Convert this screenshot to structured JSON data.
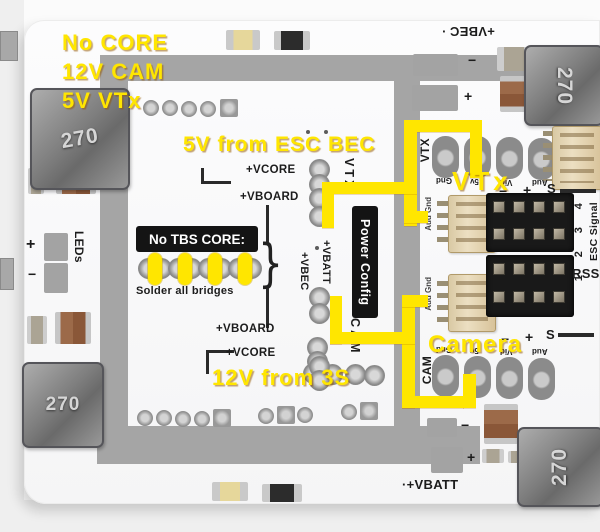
{
  "annotations": {
    "accent_color": "#ffe600",
    "note_line1": "No CORE",
    "note_line2": "12V CAM",
    "note_line3": "5V VTx",
    "esc_bec": "5V from ESC BEC",
    "vtx": "VTx",
    "camera": "Camera",
    "from_3s": "12V from 3S"
  },
  "silkscreen": {
    "no_tbs_core": "No TBS CORE:",
    "solder_all_bridges": "Solder all bridges",
    "power_config": "Power Config",
    "vcore": "+VCORE",
    "vboard": "+VBOARD",
    "vbatt": "+VBATT",
    "vbec": "+VBEC",
    "vtx_col": "VTX",
    "cam_col": "CAM",
    "vtx_row": "VTX",
    "cam_row": "CAM",
    "leds": "LEDs",
    "edge_vbec": "+VBEC",
    "edge_vbatt": "+VBATT",
    "rssi": "RSS",
    "esc_signal": "ESC Signal",
    "pin4": "4",
    "pin3": "3",
    "pin2": "2",
    "pin1": "1",
    "pad_gnd": "Gnd",
    "pad_5v": "5v",
    "pad_vid": "Vid",
    "pad_aud": "Aud",
    "conn_label": "Aud Gnd",
    "plus": "+",
    "minus": "−",
    "signal": "S",
    "dot": "·"
  },
  "components": {
    "inductor_value": "270"
  }
}
